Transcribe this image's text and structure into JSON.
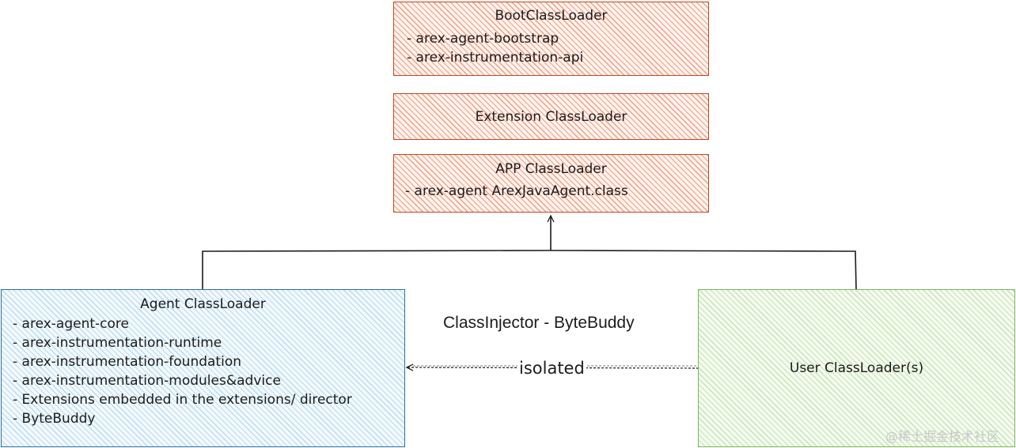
{
  "boot_loader": {
    "title": "BootClassLoader",
    "items": [
      "- arex-agent-bootstrap",
      "- arex-instrumentation-api"
    ]
  },
  "extension_loader": {
    "title": "Extension ClassLoader"
  },
  "app_loader": {
    "title": "APP ClassLoader",
    "items": [
      "- arex-agent ArexJavaAgent.class"
    ]
  },
  "agent_loader": {
    "title": "Agent ClassLoader",
    "items": [
      "- arex-agent-core",
      "- arex-instrumentation-runtime",
      "- arex-instrumentation-foundation",
      "- arex-instrumentation-modules&advice",
      "- Extensions embedded in the extensions/ director",
      "- ByteBuddy"
    ]
  },
  "user_loader": {
    "title": "User ClassLoader(s)"
  },
  "labels": {
    "injector": "ClassInjector - ByteBuddy",
    "isolated": "isolated"
  },
  "watermark": "@稀土掘金技术社区",
  "colors": {
    "orange_border": "#c2481e",
    "orange_hatch": "#e25a2a",
    "blue_border": "#2c6fa0",
    "blue_hatch": "#8cc3e8",
    "green_border": "#7ab55c",
    "green_hatch": "#96cd78"
  }
}
